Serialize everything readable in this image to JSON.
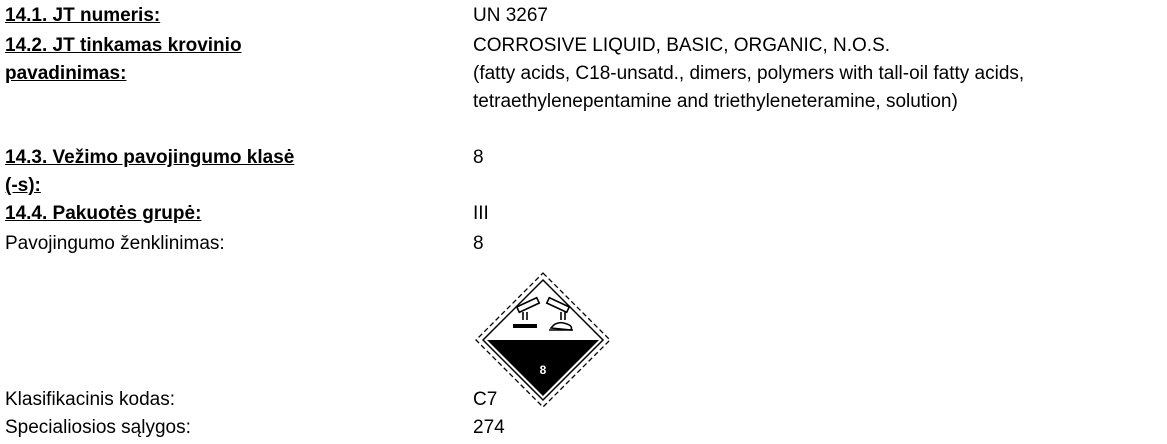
{
  "rows": [
    {
      "label_lines": [
        "14.1. JT numeris:"
      ],
      "value_lines": [
        "UN 3267"
      ]
    },
    {
      "label_lines": [
        "14.2. JT tinkamas krovinio",
        "pavadinimas:"
      ],
      "value_lines": [
        "CORROSIVE LIQUID, BASIC, ORGANIC, N.O.S.",
        "(fatty acids, C18-unsatd., dimers, polymers with tall-oil fatty acids,",
        "tetraethylenepentamine and triethyleneteramine, solution)"
      ]
    },
    {
      "label_lines": [
        "14.3. Vežimo pavojingumo klasė",
        "(-s):"
      ],
      "value_lines": [
        "8"
      ]
    },
    {
      "label_lines": [
        "14.4. Pakuotės grupė:"
      ],
      "value_lines": [
        "III"
      ]
    },
    {
      "label_lines": [
        "Pavojingumo ženklinimas:"
      ],
      "value_lines": [
        "8"
      ]
    },
    {
      "label_lines": [
        "Klasifikacinis kodas:"
      ],
      "value_lines": [
        "C7"
      ]
    },
    {
      "label_lines": [
        "Specialiosios sąlygos:"
      ],
      "value_lines": [
        "274"
      ]
    }
  ],
  "pictogram": {
    "class_number": "8",
    "icon": "corrosive-hazard-diamond-icon",
    "colors": {
      "border": "#000000",
      "lower_fill": "#000000",
      "upper_fill": "#ffffff",
      "number_text": "#ffffff"
    }
  }
}
